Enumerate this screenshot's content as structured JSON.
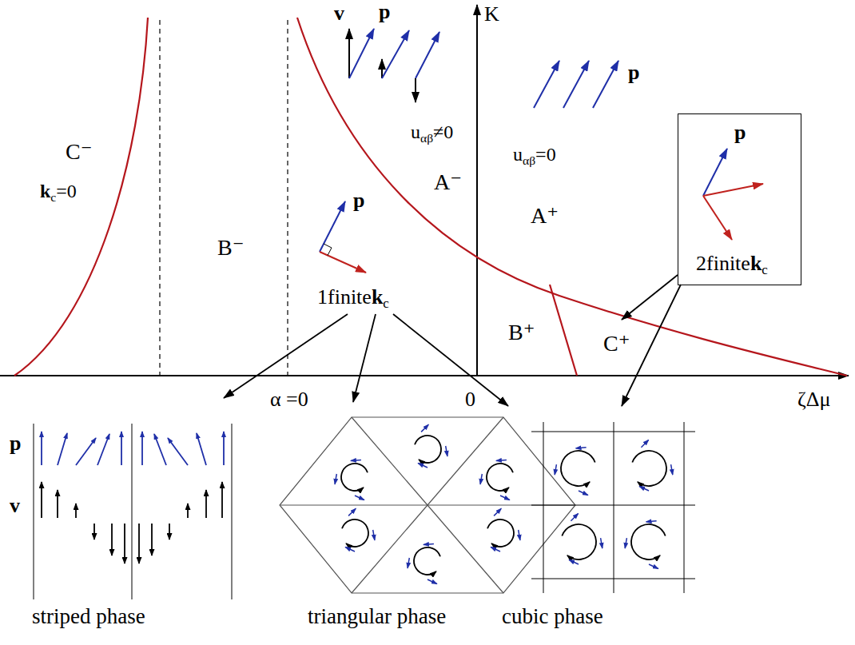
{
  "diagram": {
    "nodes": [
      {
        "text": [
          "p",
          "2finite",
          "k",
          "c"
        ]
      }
    ],
    "labels": [
      "v",
      "p",
      "K",
      "p",
      "u",
      "αβ",
      "≠0",
      "u",
      "αβ",
      "=0",
      "C⁻",
      "k",
      "c",
      "=0",
      "A⁻",
      "A⁺",
      "B⁻",
      "p",
      "1finite",
      "k",
      "c",
      "B⁺",
      "C⁺",
      "α =0",
      "0",
      "ζΔμ",
      "p",
      "v",
      "striped phase",
      "triangular phase",
      "cubic phase"
    ]
  }
}
